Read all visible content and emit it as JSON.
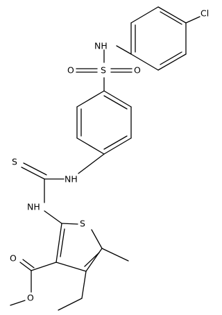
{
  "structure": {
    "atom_labels": {
      "cl": "Cl",
      "nh_sulfonamide": "NH",
      "s_sulfonyl": "S",
      "o_sulfonyl_left": "O",
      "o_sulfonyl_right": "O",
      "s_thione": "S",
      "nh_thiourea_upper": "NH",
      "nh_thiourea_lower": "NH",
      "s_thiophene": "S",
      "o_carbonyl": "O",
      "o_ester": "O"
    }
  }
}
